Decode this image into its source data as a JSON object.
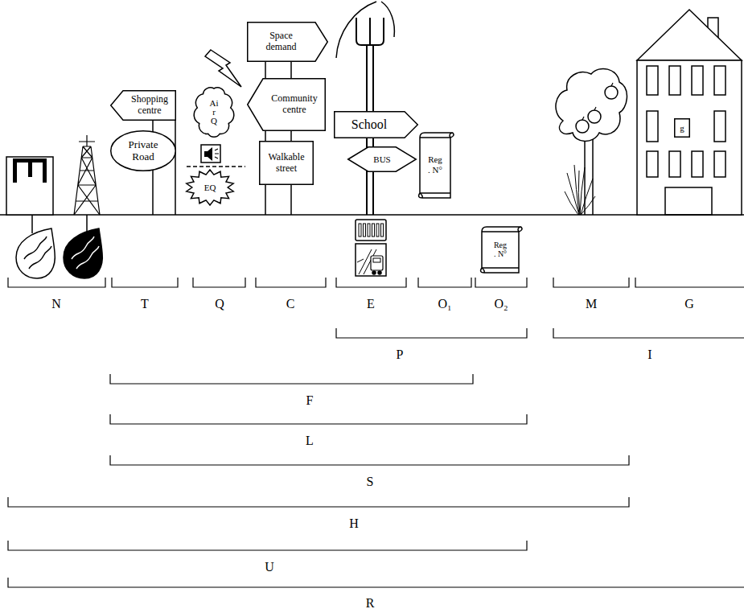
{
  "diagram": {
    "nodes": [
      {
        "text": [
          "Shopping centre"
        ]
      },
      {
        "text": [
          "Private Road"
        ]
      },
      {
        "text": [
          "Ai r Q"
        ]
      },
      {
        "text": [
          "EQ"
        ]
      },
      {
        "text": [
          "Space demand"
        ]
      },
      {
        "text": [
          "Community centre"
        ]
      },
      {
        "text": [
          "Walkable street"
        ]
      },
      {
        "text": [
          "School"
        ]
      },
      {
        "text": [
          "BUS"
        ]
      },
      {
        "text": [
          "Reg . N°"
        ]
      },
      {
        "text": [
          "Reg . N°"
        ]
      },
      {
        "text": [
          "g"
        ]
      }
    ],
    "labels": [
      "N",
      "T",
      "Q",
      "C",
      "E",
      "O₁",
      "O₂",
      "M",
      "G",
      "P",
      "I",
      "F",
      "L",
      "S",
      "H",
      "U",
      "R"
    ]
  }
}
